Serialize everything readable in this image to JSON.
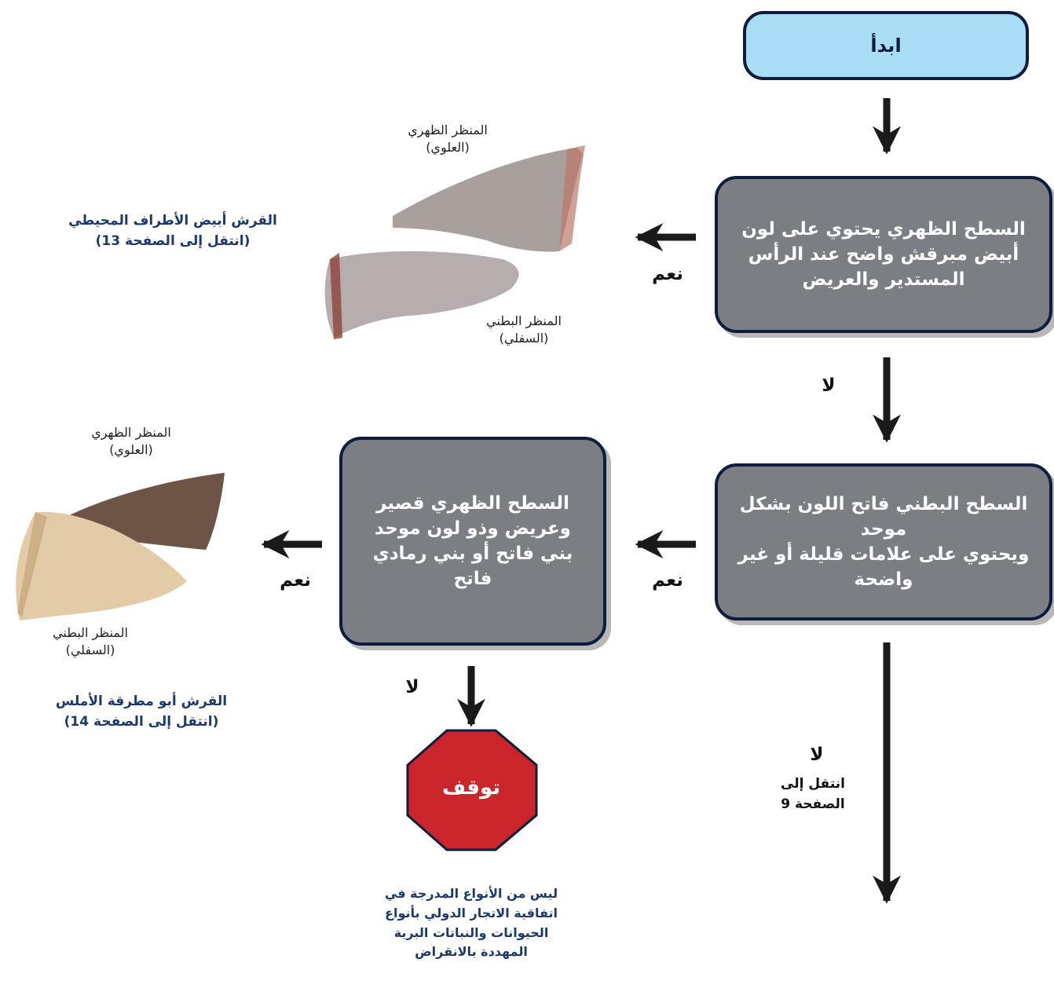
{
  "nodes": {
    "start": "ابدأ",
    "q1": "السطح الظهري يحتوي على لون\nأبيض مبرقش واضح عند الرأس\nالمستدير والعريض",
    "q2": "السطح البطني فاتح اللون بشكل\nموحد\nويحتوي على علامات قليلة أو غير\nواضحة",
    "q3": "السطح الظهري قصير\nوعريض وذو لون موحد\nبني فاتح أو بني رمادي\nفاتح",
    "stop": "توقف"
  },
  "edges": {
    "yes": "نعم",
    "no": "لا",
    "go_page9": "انتقل إلى\nالصفحة 9"
  },
  "results": {
    "oceanic_whitetip": "القرش أبيض الأطراف المحيطي\n(انتقل إلى الصفحة 13)",
    "smooth_hammerhead": "القرش أبو مطرقة الأملس\n(انتقل إلى الصفحة 14)",
    "not_listed": "ليس من الأنواع المدرجة في\nاتفاقية الاتجار الدولي بأنواع\nالحيوانات والنباتات البرية\nالمهددة بالانقراض"
  },
  "captions": {
    "dorsal": "المنظر الظهري\n(العلوي)",
    "ventral": "المنظر البطني\n(السفلي)"
  },
  "colors": {
    "start_fill": "#a9dcf5",
    "decision_fill": "#7b7e82",
    "border": "#0e1d3d",
    "stop_fill": "#c9252b",
    "result_text": "#1b3a6b"
  }
}
